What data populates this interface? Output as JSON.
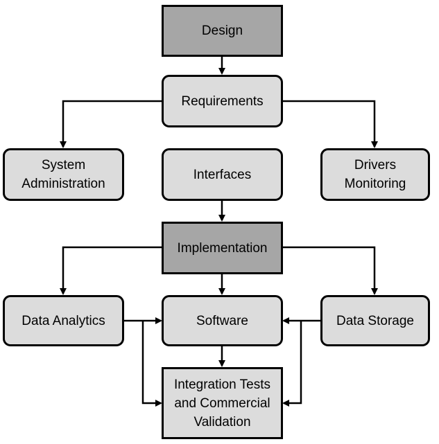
{
  "nodes": {
    "design": "Design",
    "requirements": "Requirements",
    "system_administration": "System\nAdministration",
    "interfaces": "Interfaces",
    "drivers_monitoring": "Drivers\nMonitoring",
    "implementation": "Implementation",
    "data_analytics": "Data Analytics",
    "software": "Software",
    "data_storage": "Data Storage",
    "integration": "Integration Tests\nand Commercial\nValidation"
  },
  "colors": {
    "primary_fill": "#a6a6a6",
    "secondary_fill": "#dcdcdc",
    "stroke": "#000000"
  }
}
